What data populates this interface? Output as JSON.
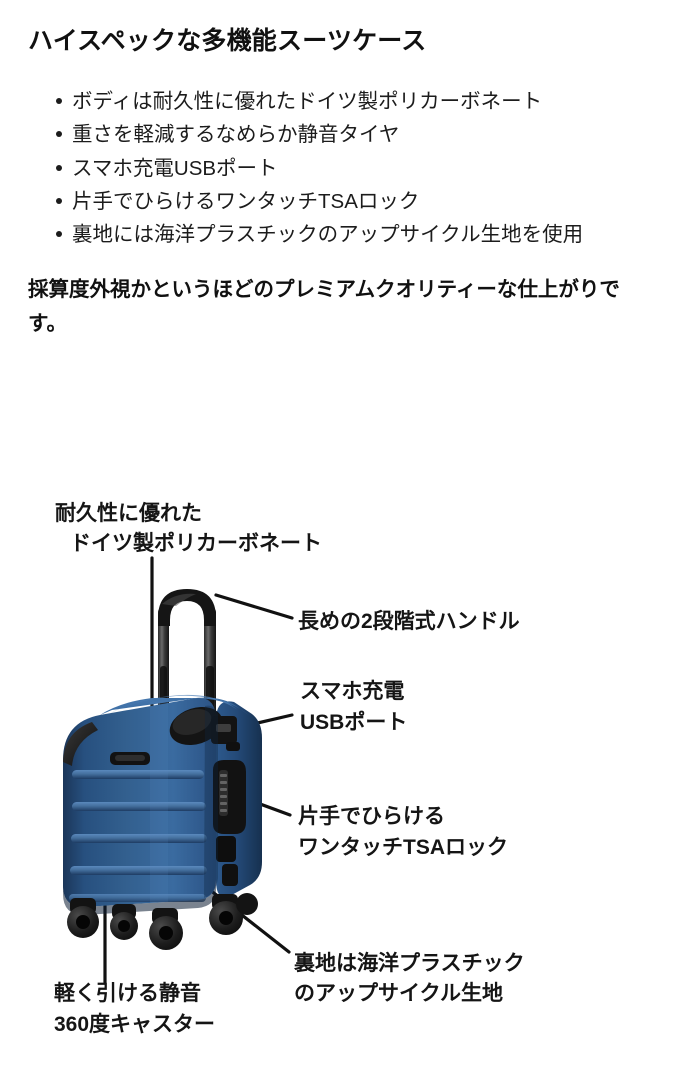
{
  "page": {
    "title": "ハイスペックな多機能スーツケース",
    "background_color": "#ffffff",
    "text_color": "#1a1a1a"
  },
  "features": [
    "ボディは耐久性に優れたドイツ製ポリカーボネート",
    "重さを軽減するなめらか静音タイヤ",
    "スマホ充電USBポート",
    "片手でひらけるワンタッチTSAロック",
    "裏地には海洋プラスチックのアップサイクル生地を使用"
  ],
  "lead_paragraph": "採算度外視かというほどのプレミアムクオリティーな仕上がりです。",
  "illustration": {
    "alt_name": "annotated-suitcase-diagram",
    "product_colors": {
      "body_light": "#4878ad",
      "body_mid": "#2f5b8d",
      "body_dark": "#1d3a63",
      "body_shadow": "#162c4c",
      "hardware_black": "#1b1b1b",
      "handle_black": "#111111"
    },
    "annotations": [
      {
        "name": "polycarbonate",
        "lines": [
          "耐久性に優れた",
          "ドイツ製ポリカーボネート"
        ]
      },
      {
        "name": "telescoping-handle",
        "lines": [
          "長めの2段階式ハンドル"
        ]
      },
      {
        "name": "usb-port",
        "lines": [
          "スマホ充電",
          "USBポート"
        ]
      },
      {
        "name": "tsa-lock",
        "lines": [
          "片手でひらける",
          "ワンタッチTSAロック"
        ]
      },
      {
        "name": "recycled-lining",
        "lines": [
          "裏地は海洋プラスチック",
          "のアップサイクル生地"
        ]
      },
      {
        "name": "spinner-casters",
        "lines": [
          "軽く引ける静音",
          "360度キャスター"
        ]
      }
    ]
  }
}
